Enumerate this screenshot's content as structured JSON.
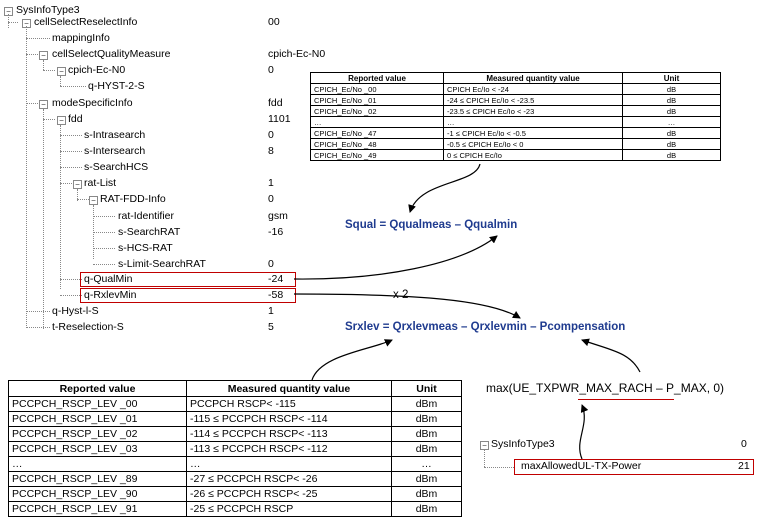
{
  "tree1": [
    {
      "label": "SysInfoType3",
      "value": ""
    },
    {
      "label": "cellSelectReselectInfo",
      "value": "00"
    },
    {
      "label": "mappingInfo",
      "value": ""
    },
    {
      "label": "cellSelectQualityMeasure",
      "value": "cpich-Ec-N0"
    },
    {
      "label": "cpich-Ec-N0",
      "value": "0"
    },
    {
      "label": "q-HYST-2-S",
      "value": ""
    },
    {
      "label": "modeSpecificInfo",
      "value": "fdd"
    },
    {
      "label": "fdd",
      "value": "1101"
    },
    {
      "label": "s-Intrasearch",
      "value": "0"
    },
    {
      "label": "s-Intersearch",
      "value": "8"
    },
    {
      "label": "s-SearchHCS",
      "value": ""
    },
    {
      "label": "rat-List",
      "value": "1"
    },
    {
      "label": "RAT-FDD-Info",
      "value": "0"
    },
    {
      "label": "rat-Identifier",
      "value": "gsm"
    },
    {
      "label": "s-SearchRAT",
      "value": "-16"
    },
    {
      "label": "s-HCS-RAT",
      "value": ""
    },
    {
      "label": "s-Limit-SearchRAT",
      "value": "0"
    },
    {
      "label": "q-QualMin",
      "value": "-24"
    },
    {
      "label": "q-RxlevMin",
      "value": "-58"
    },
    {
      "label": "q-Hyst-l-S",
      "value": "1"
    },
    {
      "label": "t-Reselection-S",
      "value": "5"
    }
  ],
  "table_ecno": {
    "headers": [
      "Reported value",
      "Measured quantity value",
      "Unit"
    ],
    "rows": [
      [
        "CPICH_Ec/No _00",
        "CPICH Ec/Io < -24",
        "dB"
      ],
      [
        "CPICH_Ec/No _01",
        "-24 ≤ CPICH Ec/Io < -23.5",
        "dB"
      ],
      [
        "CPICH_Ec/No _02",
        "-23.5 ≤ CPICH Ec/Io < -23",
        "dB"
      ],
      [
        "…",
        "…",
        "…"
      ],
      [
        "CPICH_Ec/No _47",
        "-1 ≤ CPICH Ec/Io < -0.5",
        "dB"
      ],
      [
        "CPICH_Ec/No _48",
        "-0.5 ≤ CPICH Ec/Io < 0",
        "dB"
      ],
      [
        "CPICH_Ec/No _49",
        "0 ≤ CPICH Ec/Io",
        "dB"
      ]
    ]
  },
  "table_rscp": {
    "headers": [
      "Reported value",
      "Measured quantity value",
      "Unit"
    ],
    "rows": [
      [
        "PCCPCH_RSCP_LEV _00",
        "PCCPCH RSCP< -115",
        "dBm"
      ],
      [
        "PCCPCH_RSCP_LEV _01",
        "-115 ≤ PCCPCH RSCP< -114",
        "dBm"
      ],
      [
        "PCCPCH_RSCP_LEV _02",
        "-114 ≤ PCCPCH RSCP< -113",
        "dBm"
      ],
      [
        "PCCPCH_RSCP_LEV _03",
        "-113 ≤ PCCPCH RSCP< -112",
        "dBm"
      ],
      [
        "…",
        "…",
        "…"
      ],
      [
        "PCCPCH_RSCP_LEV _89",
        "-27 ≤ PCCPCH RSCP< -26",
        "dBm"
      ],
      [
        "PCCPCH_RSCP_LEV _90",
        "-26 ≤ PCCPCH RSCP< -25",
        "dBm"
      ],
      [
        "PCCPCH_RSCP_LEV _91",
        "-25 ≤ PCCPCH RSCP",
        "dBm"
      ]
    ]
  },
  "formulas": {
    "squal": "Squal = Qqualmeas – Qqualmin",
    "srxlev": "Srxlev = Qrxlevmeas  –  Qrxlevmin  – Pcompensation",
    "times": "x 2",
    "max": "max(UE_TXPWR_MAX_RACH – P_MAX, 0)"
  },
  "tree2": [
    {
      "label": "SysInfoType3",
      "value": "0"
    },
    {
      "label": "maxAllowedUL-TX-Power",
      "value": "21"
    }
  ],
  "colors": {
    "highlight": "#c00000",
    "formula": "#1f3b8f"
  }
}
